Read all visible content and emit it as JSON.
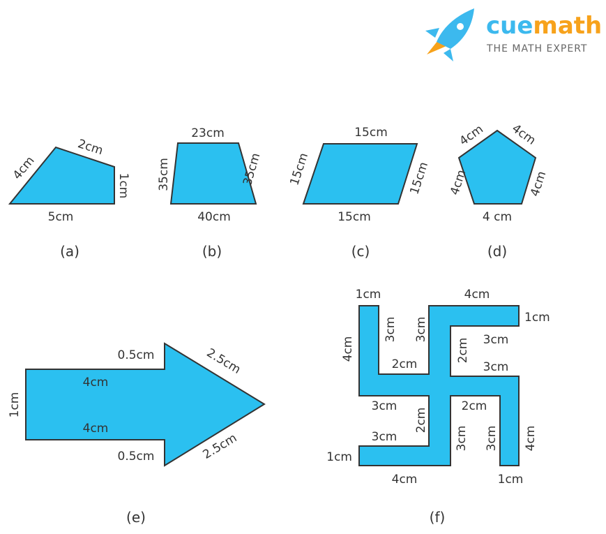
{
  "logo": {
    "brand_part1": "cue",
    "brand_part2": "math",
    "tagline": "THE MATH EXPERT",
    "colors": {
      "cue": "#3cb9ee",
      "math": "#f7a21b"
    }
  },
  "shape_fill": "#2bc0f0",
  "figures": {
    "a": {
      "caption": "(a)",
      "labels": [
        "4cm",
        "2cm",
        "1cm",
        "5cm"
      ]
    },
    "b": {
      "caption": "(b)",
      "labels": [
        "23cm",
        "35cm",
        "35cm",
        "40cm"
      ]
    },
    "c": {
      "caption": "(c)",
      "labels": [
        "15cm",
        "15cm",
        "15cm",
        "15cm"
      ]
    },
    "d": {
      "caption": "(d)",
      "labels": [
        "4cm",
        "4cm",
        "4cm",
        "4cm",
        "4 cm"
      ]
    },
    "e": {
      "caption": "(e)",
      "labels": [
        "0.5cm",
        "2.5cm",
        "4cm",
        "1cm",
        "4cm",
        "0.5cm",
        "2.5cm"
      ]
    },
    "f": {
      "caption": "(f)",
      "labels": [
        "1cm",
        "4cm",
        "1cm",
        "4cm",
        "3cm",
        "3cm",
        "3cm",
        "2cm",
        "2cm",
        "3cm",
        "3cm",
        "2cm",
        "2cm",
        "3cm",
        "3cm",
        "1cm",
        "3cm",
        "4cm",
        "4cm",
        "1cm"
      ]
    }
  }
}
